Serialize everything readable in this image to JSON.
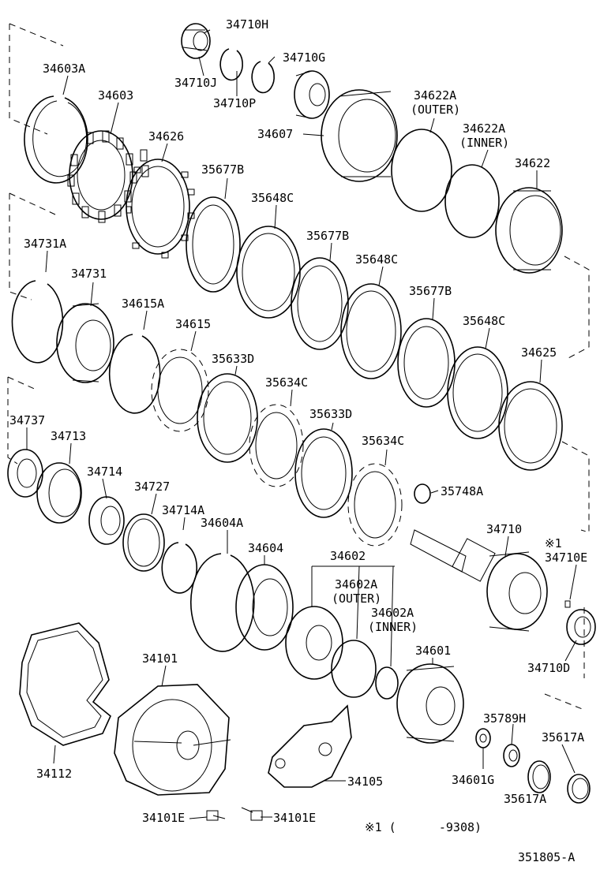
{
  "labels": {
    "34603A": "34603A",
    "34603": "34603",
    "34626": "34626",
    "34710H": "34710H",
    "34710J": "34710J",
    "34710G": "34710G",
    "34710P": "34710P",
    "34607": "34607",
    "34622A_outer": "34622A",
    "outer_1": "(OUTER)",
    "34622A_inner": "34622A",
    "inner_1": "(INNER)",
    "34622": "34622",
    "35677B_1": "35677B",
    "35648C_1": "35648C",
    "35677B_2": "35677B",
    "35648C_2": "35648C",
    "35677B_3": "35677B",
    "35648C_3": "35648C",
    "34731A": "34731A",
    "34731": "34731",
    "34615A": "34615A",
    "34615": "34615",
    "35633D_1": "35633D",
    "35634C_1": "35634C",
    "35633D_2": "35633D",
    "35634C_2": "35634C",
    "34625": "34625",
    "34737": "34737",
    "34713": "34713",
    "34714": "34714",
    "34727": "34727",
    "34714A": "34714A",
    "34604A": "34604A",
    "35748A": "35748A",
    "34710": "34710",
    "note_mark": "※1",
    "34710E": "34710E",
    "34604": "34604",
    "34602": "34602",
    "34602A_outer": "34602A",
    "outer_2": "(OUTER)",
    "34602A_inner": "34602A",
    "inner_2": "(INNER)",
    "34710D": "34710D",
    "34101": "34101",
    "34601": "34601",
    "35789H": "35789H",
    "35617A_1": "35617A",
    "35617A_2": "35617A",
    "34112": "34112",
    "34105": "34105",
    "34601G": "34601G",
    "34101E_1": "34101E",
    "34101E_2": "34101E",
    "footnote": "※1 (      -9308)",
    "figure_code": "351805-A"
  }
}
